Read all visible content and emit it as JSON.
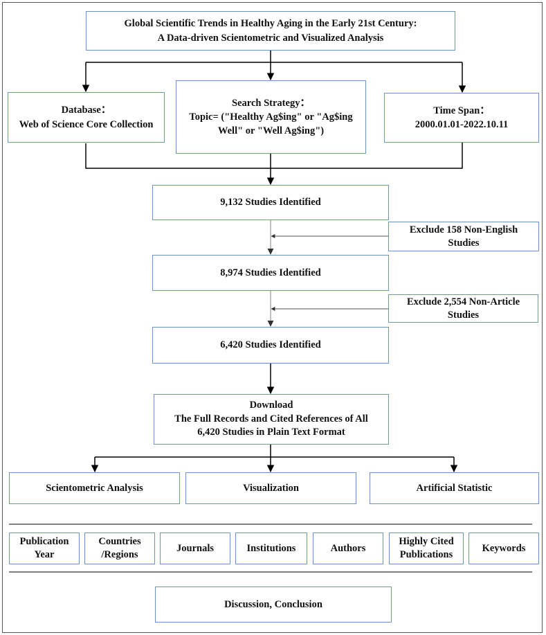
{
  "title": {
    "line1": "Global Scientific Trends in Healthy Aging in the Early 21st Century:",
    "line2": "A Data-driven Scientometric and Visualized Analysis"
  },
  "database": {
    "line1": "Database：",
    "line2": "Web of Science Core Collection"
  },
  "search_strategy": {
    "line1": "Search Strategy：",
    "line2": "Topic= (\"Healthy Ag$ing\" or \"Ag$ing",
    "line3": "Well\" or \"Well Ag$ing\")"
  },
  "time_span": {
    "line1": "Time Span：",
    "line2": "2000.01.01-2022.10.11"
  },
  "identified_1": "9,132 Studies Identified",
  "exclude_1": {
    "line1": "Exclude 158 Non-English",
    "line2": "Studies"
  },
  "identified_2": "8,974 Studies Identified",
  "exclude_2": {
    "line1": "Exclude 2,554  Non-Article",
    "line2": "Studies"
  },
  "identified_3": "6,420 Studies Identified",
  "download": {
    "line1": "Download",
    "line2": "The Full Records and Cited References of All",
    "line3": "6,420  Studies in Plain Text Format"
  },
  "analyses": [
    "Scientometric Analysis",
    "Visualization",
    "Artificial Statistic"
  ],
  "categories": [
    {
      "line1": "Publication",
      "line2": "Year"
    },
    {
      "line1": "Countries",
      "line2": "/Regions"
    },
    {
      "line1": "Journals",
      "line2": ""
    },
    {
      "line1": "Institutions",
      "line2": ""
    },
    {
      "line1": "Authors",
      "line2": ""
    },
    {
      "line1": "Highly Cited",
      "line2": "Publications"
    },
    {
      "line1": "Keywords",
      "line2": ""
    }
  ],
  "conclusion": "Discussion, Conclusion",
  "colors": {
    "box_border": "#6a95c8",
    "line": "#000000",
    "frame": "#555555"
  }
}
